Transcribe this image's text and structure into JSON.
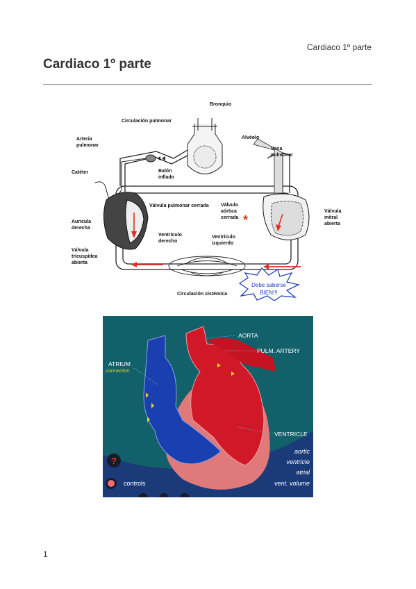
{
  "header": {
    "running_title": "Cardiaco 1º parte"
  },
  "title": "Cardiaco 1º parte",
  "figure1": {
    "labels": {
      "bronquio": "Bronquio",
      "circ_pulmonar": "Circulación pulmonar",
      "alveolo": "Alvéolo",
      "arteria_1": "Arteria",
      "arteria_2": "pulmonar",
      "vena_1": "Vena",
      "vena_2": "pulmonar",
      "cateter": "Catéter",
      "balon_1": "Balón",
      "balon_2": "inflado",
      "valv_pulm": "Válvula pulmonar cerrada",
      "valv_aortica_1": "Válvula",
      "valv_aortica_2": "aórtica",
      "valv_aortica_3": "cerrada",
      "valv_mitral_1": "Válvula",
      "valv_mitral_2": "mitral",
      "valv_mitral_3": "abierta",
      "auricula_1": "Aurícula",
      "auricula_2": "derecha",
      "ventd_1": "Ventrículo",
      "ventd_2": "derecho",
      "venti_1": "Ventrículo",
      "venti_2": "izquierdo",
      "valv_tric_1": "Válvula",
      "valv_tric_2": "tricuspídea",
      "valv_tric_3": "abierta",
      "circ_sistemica": "Circulación sistémica",
      "callout_1": "Debe saberse",
      "callout_2": "BIEN!!!"
    },
    "colors": {
      "arrow": "#e03020",
      "callout": "#2040c0"
    }
  },
  "figure2": {
    "labels": {
      "aorta": "AORTA",
      "pulm_artery": "PULM. ARTERY",
      "atrium": "ATRIUM",
      "contraction": "conraction",
      "ventricle": "VENTRICLE",
      "aortic": "aortic",
      "ventricle_item": "ventricle",
      "atrial": "atrial",
      "vent_volume": "vent. volume",
      "controls": "controls",
      "help": "?"
    },
    "colors": {
      "background": "#12606a",
      "right_heart": "#1a3fb0",
      "left_heart": "#d01828",
      "muscle": "#e07a7a"
    }
  },
  "footer": {
    "page_number": "1"
  }
}
